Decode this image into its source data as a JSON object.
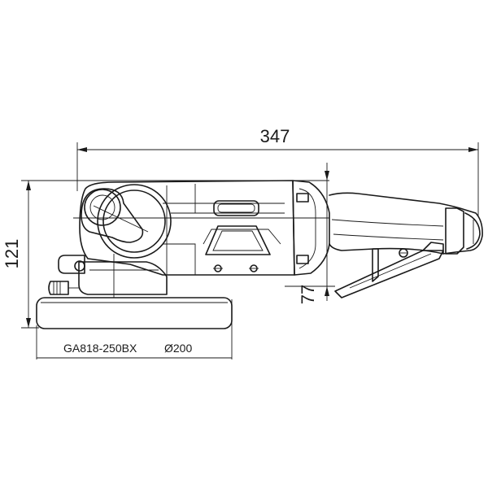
{
  "drawing": {
    "overall_length": "347",
    "overall_height": "121",
    "lower_height": "77",
    "model_label": "GA818-250BX",
    "disc_diameter": "Ø200"
  }
}
